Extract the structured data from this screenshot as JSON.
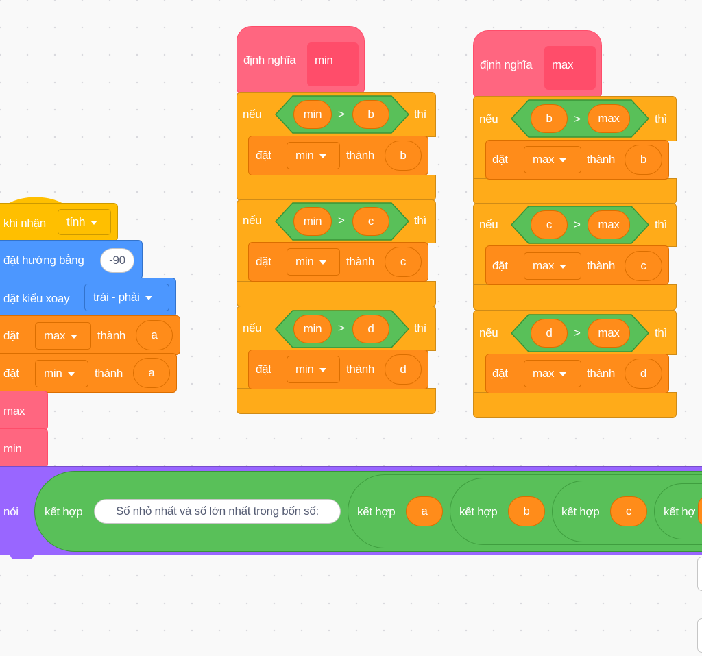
{
  "colors": {
    "events": "#ffbf00",
    "motion": "#4c97ff",
    "variables": "#ff8c1a",
    "control": "#ffab19",
    "operators": "#59c059",
    "looks": "#9966ff",
    "myblocks": "#ff6680"
  },
  "main_script": {
    "hat": {
      "label": "khi nhận",
      "dropdown": "tính"
    },
    "point_dir": {
      "label": "đặt hướng bằng",
      "value": "-90"
    },
    "rotation": {
      "label": "đặt kiểu xoay",
      "dropdown": "trái - phải"
    },
    "set_max": {
      "label": "đặt",
      "var": "max",
      "to": "thành",
      "value": "a"
    },
    "set_min": {
      "label": "đặt",
      "var": "min",
      "to": "thành",
      "value": "a"
    },
    "call_max": "max",
    "call_min": "min",
    "say": {
      "label": "nói",
      "join": "kết hợp",
      "text": "Số nhỏ nhất và số lớn nhất trong bốn số:",
      "join_a": "kết hợp",
      "arg_a": "a",
      "join_b": "kết hợp",
      "arg_b": "b",
      "join_c": "kết hợp",
      "arg_c": "c",
      "join_d": "kết hợ"
    }
  },
  "def_min": {
    "hat": {
      "label": "định nghĩa",
      "name": "min"
    },
    "ifs": [
      {
        "if": "nếu",
        "left": "min",
        "op": ">",
        "right": "b",
        "then": "thì",
        "set": "đặt",
        "var": "min",
        "to": "thành",
        "value": "b"
      },
      {
        "if": "nếu",
        "left": "min",
        "op": ">",
        "right": "c",
        "then": "thì",
        "set": "đặt",
        "var": "min",
        "to": "thành",
        "value": "c"
      },
      {
        "if": "nếu",
        "left": "min",
        "op": ">",
        "right": "d",
        "then": "thì",
        "set": "đặt",
        "var": "min",
        "to": "thành",
        "value": "d"
      }
    ]
  },
  "def_max": {
    "hat": {
      "label": "định nghĩa",
      "name": "max"
    },
    "ifs": [
      {
        "if": "nếu",
        "left": "b",
        "op": ">",
        "right": "max",
        "then": "thì",
        "set": "đặt",
        "var": "max",
        "to": "thành",
        "value": "b"
      },
      {
        "if": "nếu",
        "left": "c",
        "op": ">",
        "right": "max",
        "then": "thì",
        "set": "đặt",
        "var": "max",
        "to": "thành",
        "value": "c"
      },
      {
        "if": "nếu",
        "left": "d",
        "op": ">",
        "right": "max",
        "then": "thì",
        "set": "đặt",
        "var": "max",
        "to": "thành",
        "value": "d"
      }
    ]
  }
}
